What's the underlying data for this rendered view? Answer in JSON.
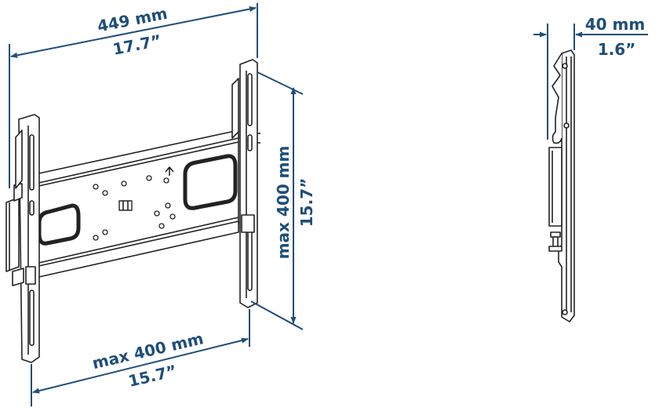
{
  "colors": {
    "dimension": "#1f4e79",
    "outline": "#222222",
    "fill": "#ffffff"
  },
  "front_view": {
    "top_width": {
      "mm": "449 mm",
      "inch": "17.7”"
    },
    "right_height": {
      "mm": "max 400 mm",
      "inch": "15.7”"
    },
    "bottom_width": {
      "mm": "max 400 mm",
      "inch": "15.7”"
    },
    "arrow_icon": "up-arrow"
  },
  "side_view": {
    "depth": {
      "mm": "40 mm",
      "inch": "1.6”"
    }
  }
}
